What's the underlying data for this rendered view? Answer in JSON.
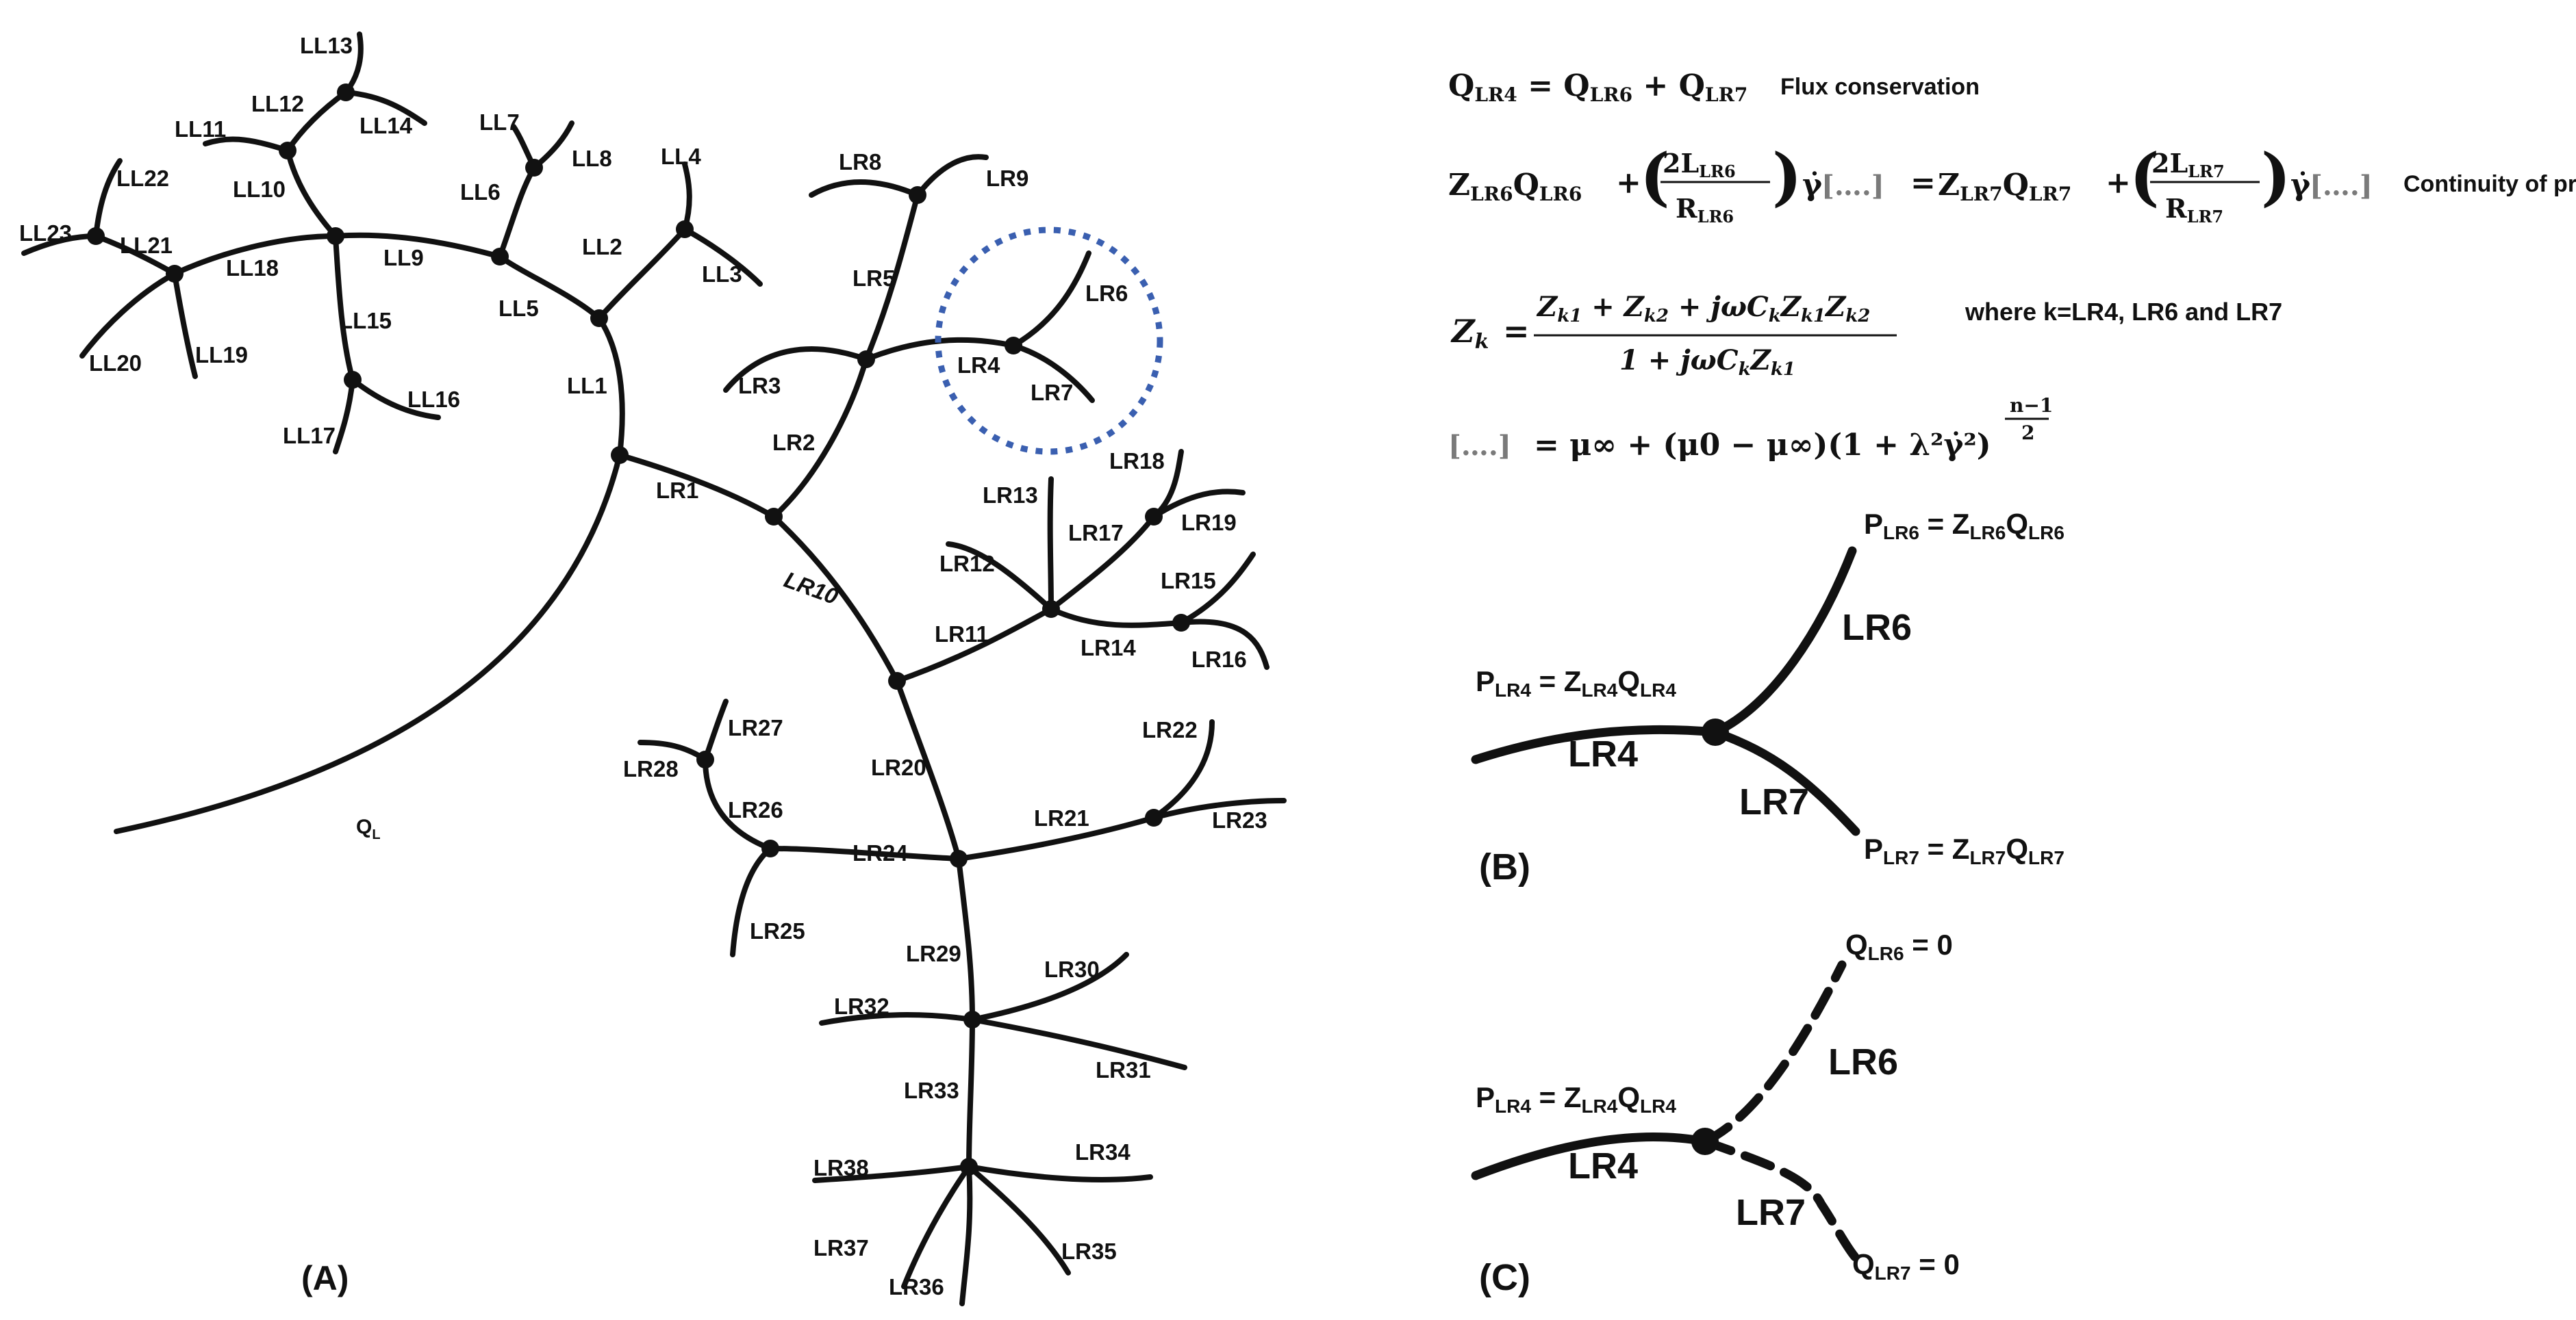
{
  "panel_a": {
    "title": "(A)",
    "inlet_label": "Q",
    "inlet_sub": "L",
    "left_lobe": {
      "labels": [
        "LL1",
        "LL2",
        "LL3",
        "LL4",
        "LL5",
        "LL6",
        "LL7",
        "LL8",
        "LL9",
        "LL10",
        "LL11",
        "LL12",
        "LL13",
        "LL14",
        "LL15",
        "LL16",
        "LL17",
        "LL18",
        "LL19",
        "LL20",
        "LL21",
        "LL22",
        "LL23"
      ]
    },
    "right_lobe": {
      "labels": [
        "LR1",
        "LR2",
        "LR3",
        "LR4",
        "LR5",
        "LR6",
        "LR7",
        "LR8",
        "LR9",
        "LR10",
        "LR11",
        "LR12",
        "LR13",
        "LR14",
        "LR15",
        "LR16",
        "LR17",
        "LR18",
        "LR19",
        "LR20",
        "LR21",
        "LR22",
        "LR23",
        "LR24",
        "LR25",
        "LR26",
        "LR27",
        "LR28",
        "LR29",
        "LR30",
        "LR31",
        "LR32",
        "LR33",
        "LR34",
        "LR35",
        "LR36",
        "LR37",
        "LR38"
      ]
    },
    "highlight_color": "#3a5fb0"
  },
  "equations": {
    "flux": {
      "lhs": "Q",
      "lhs_sub": "LR4",
      "eq": " = Q",
      "t1_sub": "LR6",
      "plus": " + Q",
      "t2_sub": "LR7",
      "note": "Flux conservation"
    },
    "pressure": {
      "z6": "Z",
      "z6_sub": "LR6",
      "q6": "Q",
      "q6_sub": "LR6",
      "plus": "+",
      "num6": "2L",
      "num6_sub": "LR6",
      "den6": "R",
      "den6_sub": "LR6",
      "gamma": "γ̇",
      "bracket": "[….]",
      "equals": "=",
      "z7": "Z",
      "z7_sub": "LR7",
      "q7": "Q",
      "q7_sub": "LR7",
      "num7": "2L",
      "num7_sub": "LR7",
      "den7": "R",
      "den7_sub": "LR7",
      "note": "Continuity of pressure"
    },
    "impedance": {
      "lhs": "Z",
      "lhs_sub": "k",
      "eq": "=",
      "numerator": "Z  + Z  + jωC Z  Z",
      "num_subs": [
        "k1",
        "k2",
        "k",
        "k1",
        "k2"
      ],
      "denominator": "1 + jωC Z",
      "den_subs": [
        "k",
        "k1"
      ],
      "note": "where k=LR4, LR6 and LR7"
    },
    "viscosity": {
      "bracket": "[….]",
      "rhs": "= μ∞ + (μ0 − μ∞)(1 + λ²γ̇²)",
      "exponent_num": "n−1",
      "exponent_den": "2"
    }
  },
  "panel_b": {
    "title": "(B)",
    "top_label": {
      "p": "P",
      "p_sub": "LR6",
      "eq": " = Z",
      "z_sub": "LR6",
      "q": "Q",
      "q_sub": "LR6"
    },
    "left_label": {
      "p": "P",
      "p_sub": "LR4",
      "eq": " = Z",
      "z_sub": "LR4",
      "q": "Q",
      "q_sub": "LR4"
    },
    "bottom_label": {
      "p": "P",
      "p_sub": "LR7",
      "eq": " = Z",
      "z_sub": "LR7",
      "q": "Q",
      "q_sub": "LR7"
    },
    "branch_labels": [
      "LR6",
      "LR4",
      "LR7"
    ]
  },
  "panel_c": {
    "title": "(C)",
    "top_label": {
      "q": "Q",
      "q_sub": "LR6",
      "rhs": " = 0"
    },
    "left_label": {
      "p": "P",
      "p_sub": "LR4",
      "eq": " = Z",
      "z_sub": "LR4",
      "q": "Q",
      "q_sub": "LR4"
    },
    "bottom_label": {
      "q": "Q",
      "q_sub": "LR7",
      "rhs": " = 0"
    },
    "branch_labels": [
      "LR6",
      "LR4",
      "LR7"
    ]
  }
}
